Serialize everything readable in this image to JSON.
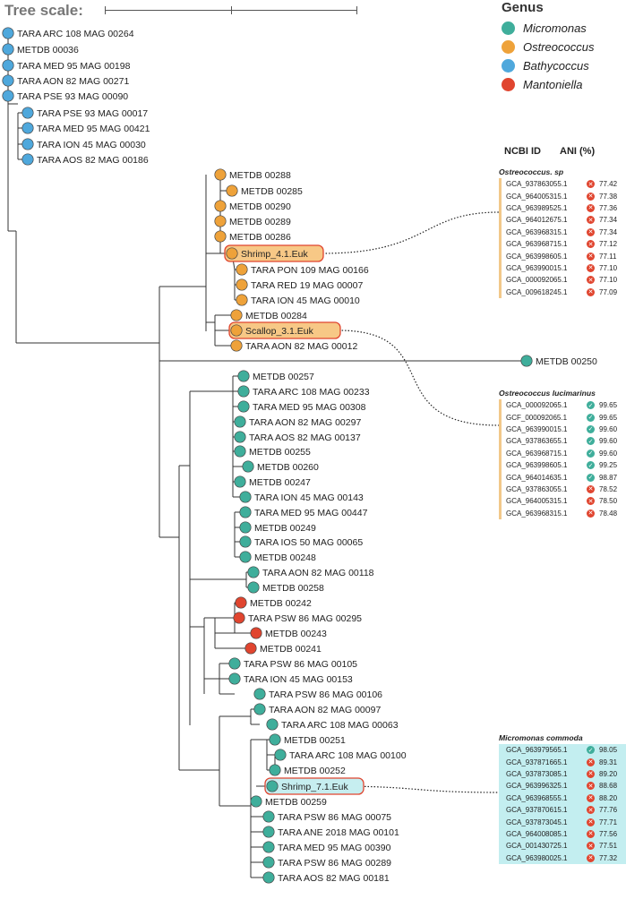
{
  "scale_label": "Tree scale:",
  "legend": {
    "title": "Genus",
    "items": [
      {
        "label": "Micromonas",
        "color": "#3fae9b"
      },
      {
        "label": "Ostreococcus",
        "color": "#eea23a"
      },
      {
        "label": "Bathycoccus",
        "color": "#4fa8dc"
      },
      {
        "label": "Mantoniella",
        "color": "#e0452f"
      }
    ]
  },
  "ani_headers": {
    "ncbi": "NCBI ID",
    "ani": "ANI (%)"
  },
  "highlight_colors": {
    "shrimp4": "#f7c886",
    "scallop": "#f7c886",
    "shrimp7": "#c6eef0",
    "outline": "#e0452f"
  },
  "leaves": [
    {
      "label": "TARA ARC 108 MAG 00264",
      "genus": "Bathycoccus"
    },
    {
      "label": "METDB 00036",
      "genus": "Bathycoccus"
    },
    {
      "label": "TARA MED 95 MAG 00198",
      "genus": "Bathycoccus"
    },
    {
      "label": "TARA AON 82 MAG 00271",
      "genus": "Bathycoccus"
    },
    {
      "label": "TARA PSE 93 MAG 00090",
      "genus": "Bathycoccus"
    },
    {
      "label": "TARA PSE 93 MAG 00017",
      "genus": "Bathycoccus"
    },
    {
      "label": "TARA MED 95 MAG 00421",
      "genus": "Bathycoccus"
    },
    {
      "label": "TARA ION 45 MAG 00030",
      "genus": "Bathycoccus"
    },
    {
      "label": "TARA AOS 82 MAG 00186",
      "genus": "Bathycoccus"
    },
    {
      "label": "METDB 00288",
      "genus": "Ostreococcus"
    },
    {
      "label": "METDB 00285",
      "genus": "Ostreococcus"
    },
    {
      "label": "METDB 00290",
      "genus": "Ostreococcus"
    },
    {
      "label": "METDB 00289",
      "genus": "Ostreococcus"
    },
    {
      "label": "METDB 00286",
      "genus": "Ostreococcus"
    },
    {
      "label": "Shrimp_4.1.Euk",
      "genus": "Ostreococcus",
      "highlight": "shrimp4"
    },
    {
      "label": "TARA PON 109 MAG 00166",
      "genus": "Ostreococcus"
    },
    {
      "label": "TARA RED 19 MAG 00007",
      "genus": "Ostreococcus"
    },
    {
      "label": "TARA ION 45 MAG 00010",
      "genus": "Ostreococcus"
    },
    {
      "label": "METDB 00284",
      "genus": "Ostreococcus"
    },
    {
      "label": "Scallop_3.1.Euk",
      "genus": "Ostreococcus",
      "highlight": "scallop"
    },
    {
      "label": "TARA AON 82 MAG 00012",
      "genus": "Ostreococcus"
    },
    {
      "label": "METDB 00250",
      "genus": "Micromonas"
    },
    {
      "label": "METDB 00257",
      "genus": "Micromonas"
    },
    {
      "label": "TARA ARC 108 MAG 00233",
      "genus": "Micromonas"
    },
    {
      "label": "TARA MED 95 MAG 00308",
      "genus": "Micromonas"
    },
    {
      "label": "TARA AON 82 MAG 00297",
      "genus": "Micromonas"
    },
    {
      "label": "TARA AOS 82 MAG 00137",
      "genus": "Micromonas"
    },
    {
      "label": "METDB 00255",
      "genus": "Micromonas"
    },
    {
      "label": "METDB 00260",
      "genus": "Micromonas"
    },
    {
      "label": "METDB 00247",
      "genus": "Micromonas"
    },
    {
      "label": "TARA ION 45 MAG 00143",
      "genus": "Micromonas"
    },
    {
      "label": "TARA MED 95 MAG 00447",
      "genus": "Micromonas"
    },
    {
      "label": "METDB 00249",
      "genus": "Micromonas"
    },
    {
      "label": "TARA IOS 50 MAG 00065",
      "genus": "Micromonas"
    },
    {
      "label": "METDB 00248",
      "genus": "Micromonas"
    },
    {
      "label": "TARA AON 82 MAG 00118",
      "genus": "Micromonas"
    },
    {
      "label": "METDB 00258",
      "genus": "Micromonas"
    },
    {
      "label": "METDB 00242",
      "genus": "Mantoniella"
    },
    {
      "label": "TARA PSW 86 MAG 00295",
      "genus": "Mantoniella"
    },
    {
      "label": "METDB 00243",
      "genus": "Mantoniella"
    },
    {
      "label": "METDB 00241",
      "genus": "Mantoniella"
    },
    {
      "label": "TARA PSW 86 MAG 00105",
      "genus": "Micromonas"
    },
    {
      "label": "TARA ION 45 MAG 00153",
      "genus": "Micromonas"
    },
    {
      "label": "TARA PSW 86 MAG 00106",
      "genus": "Micromonas"
    },
    {
      "label": "TARA AON 82 MAG 00097",
      "genus": "Micromonas"
    },
    {
      "label": "TARA ARC 108 MAG 00063",
      "genus": "Micromonas"
    },
    {
      "label": "METDB 00251",
      "genus": "Micromonas"
    },
    {
      "label": "TARA ARC 108 MAG 00100",
      "genus": "Micromonas"
    },
    {
      "label": "METDB 00252",
      "genus": "Micromonas"
    },
    {
      "label": "Shrimp_7.1.Euk",
      "genus": "Micromonas",
      "highlight": "shrimp7"
    },
    {
      "label": "METDB 00259",
      "genus": "Micromonas"
    },
    {
      "label": "TARA PSW 86 MAG 00075",
      "genus": "Micromonas"
    },
    {
      "label": "TARA ANE 2018 MAG 00101",
      "genus": "Micromonas"
    },
    {
      "label": "TARA MED 95 MAG 00390",
      "genus": "Micromonas"
    },
    {
      "label": "TARA PSW 86 MAG 00289",
      "genus": "Micromonas"
    },
    {
      "label": "TARA AOS 82 MAG 00181",
      "genus": "Micromonas"
    }
  ],
  "panels": [
    {
      "title": "Ostreococcus. sp",
      "bar_color": "#f2c88a",
      "rows": [
        {
          "id": "GCA_937863055.1",
          "ani": "77.42",
          "match": false
        },
        {
          "id": "GCA_964005315.1",
          "ani": "77.38",
          "match": false
        },
        {
          "id": "GCA_963989525.1",
          "ani": "77.36",
          "match": false
        },
        {
          "id": "GCA_964012675.1",
          "ani": "77.34",
          "match": false
        },
        {
          "id": "GCA_963968315.1",
          "ani": "77.34",
          "match": false
        },
        {
          "id": "GCA_963968715.1",
          "ani": "77.12",
          "match": false
        },
        {
          "id": "GCA_963998605.1",
          "ani": "77.11",
          "match": false
        },
        {
          "id": "GCA_963990015.1",
          "ani": "77.10",
          "match": false
        },
        {
          "id": "GCA_000092065.1",
          "ani": "77.10",
          "match": false
        },
        {
          "id": "GCA_009618245.1",
          "ani": "77.09",
          "match": false
        }
      ]
    },
    {
      "title": "Ostreococcus lucimarinus",
      "bar_color": "#f2c88a",
      "rows": [
        {
          "id": "GCA_000092065.1",
          "ani": "99.65",
          "match": true
        },
        {
          "id": "GCF_000092065.1",
          "ani": "99.65",
          "match": true
        },
        {
          "id": "GCA_963990015.1",
          "ani": "99.60",
          "match": true
        },
        {
          "id": "GCA_937863655.1",
          "ani": "99.60",
          "match": true
        },
        {
          "id": "GCA_963968715.1",
          "ani": "99.60",
          "match": true
        },
        {
          "id": "GCA_963998605.1",
          "ani": "99.25",
          "match": true
        },
        {
          "id": "GCA_964014635.1",
          "ani": "98.87",
          "match": true
        },
        {
          "id": "GCA_937863055.1",
          "ani": "78.52",
          "match": false
        },
        {
          "id": "GCA_964005315.1",
          "ani": "78.50",
          "match": false
        },
        {
          "id": "GCA_963968315.1",
          "ani": "78.48",
          "match": false
        }
      ]
    },
    {
      "title": "Micromonas commoda",
      "bar_color": "#c3eef0",
      "rows": [
        {
          "id": "GCA_963979565.1",
          "ani": "98.05",
          "match": true
        },
        {
          "id": "GCA_937871665.1",
          "ani": "89.31",
          "match": false
        },
        {
          "id": "GCA_937873085.1",
          "ani": "89.20",
          "match": false
        },
        {
          "id": "GCA_963996325.1",
          "ani": "88.68",
          "match": false
        },
        {
          "id": "GCA_963968555.1",
          "ani": "88.20",
          "match": false
        },
        {
          "id": "GCA_937870615.1",
          "ani": "77.76",
          "match": false
        },
        {
          "id": "GCA_937873045.1",
          "ani": "77.71",
          "match": false
        },
        {
          "id": "GCA_964008085.1",
          "ani": "77.56",
          "match": false
        },
        {
          "id": "GCA_001430725.1",
          "ani": "77.51",
          "match": false
        },
        {
          "id": "GCA_963980025.1",
          "ani": "77.32",
          "match": false
        }
      ]
    }
  ],
  "mark_colors": {
    "match": "#3fae9b",
    "mismatch": "#e0452f"
  }
}
